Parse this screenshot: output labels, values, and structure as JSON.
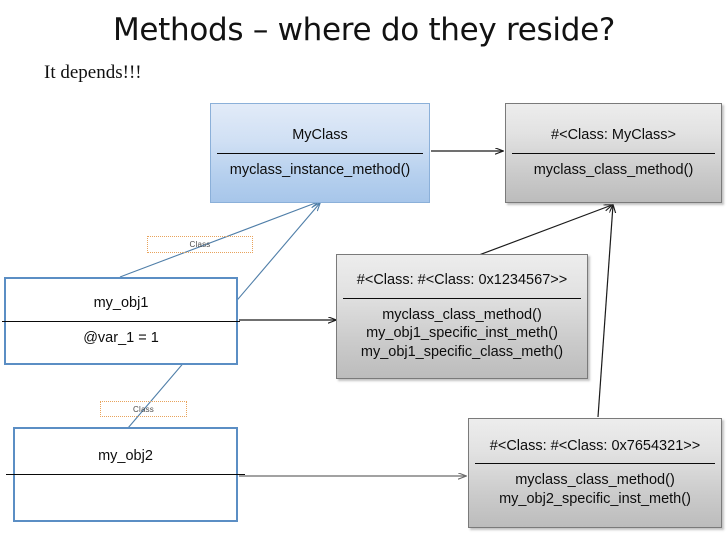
{
  "slide": {
    "title": "Methods – where do they reside?",
    "subtitle": "It depends!!!"
  },
  "colors": {
    "blue_box_border": "#8bb0d9",
    "blue_box_fill_top": "#e2ebf8",
    "blue_box_fill_bottom": "#a7c6ea",
    "gray_box_border": "#7a7a7a",
    "gray_box_fill_top": "#ededed",
    "gray_box_fill_bottom": "#bcbcbc",
    "white_box_border": "#5b8ec4",
    "class_tag_border": "#e8a35c",
    "blue_connector": "#4f7ea8",
    "black_connector": "#1a1a1a",
    "gray_connector": "#6a6a6a"
  },
  "boxes": {
    "myclass": {
      "title": "MyClass",
      "members": [
        "myclass_instance_method()"
      ]
    },
    "myclass_metaclass": {
      "title": "#<Class: MyClass>",
      "members": [
        "myclass_class_method()"
      ]
    },
    "obj1_eigenclass": {
      "title": "#<Class: #<Class: 0x1234567>>",
      "members": [
        "myclass_class_method()",
        "my_obj1_specific_inst_meth()",
        "my_obj1_specific_class_meth()"
      ]
    },
    "obj2_eigenclass": {
      "title": "#<Class: #<Class: 0x7654321>>",
      "members": [
        "myclass_class_method()",
        "my_obj2_specific_inst_meth()"
      ]
    },
    "my_obj1": {
      "title": "my_obj1",
      "members": [
        "@var_1 = 1"
      ]
    },
    "my_obj2": {
      "title": "my_obj2",
      "members": [
        ""
      ]
    }
  },
  "tags": {
    "class_tag_1": "Class",
    "class_tag_2": "Class"
  }
}
